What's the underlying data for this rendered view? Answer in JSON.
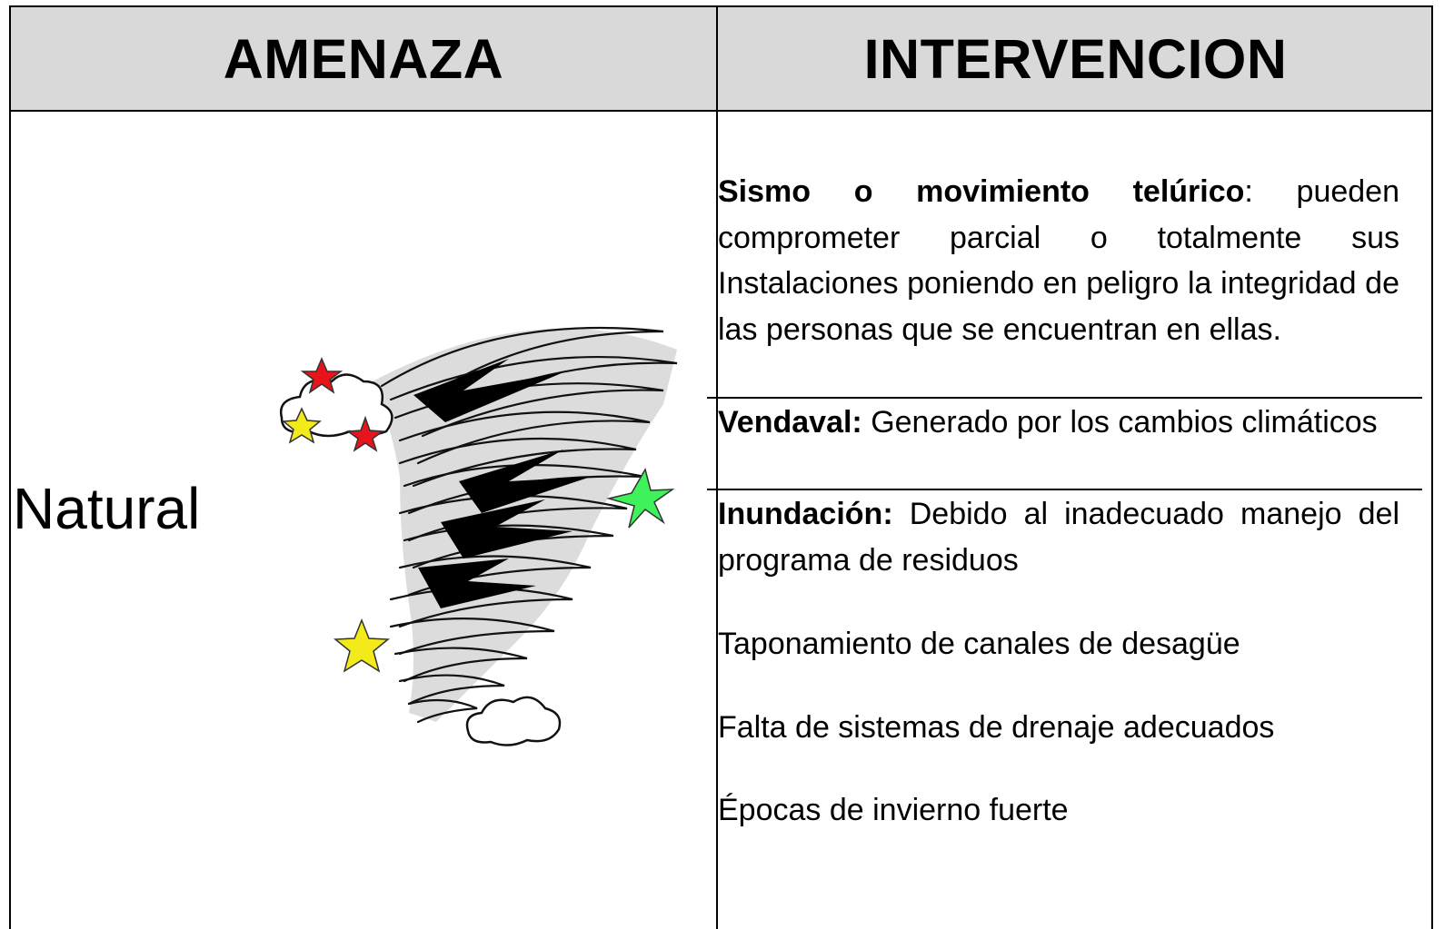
{
  "headers": {
    "left": "AMENAZA",
    "right": "INTERVENCION"
  },
  "category": "Natural",
  "illustration": {
    "icon": "tornado-icon",
    "star_colors": [
      "#e8141b",
      "#f2ea1a",
      "#3ff25a"
    ]
  },
  "items": [
    {
      "term": "Sismo o movimiento telúrico",
      "punct": ":",
      "text": " pueden comprometer parcial o totalmente sus Instalaciones poniendo en peligro la integridad de las personas que se encuentran en ellas."
    },
    {
      "term": "Vendaval:",
      "text": " Generado por los cambios climáticos"
    },
    {
      "term": "Inundación:",
      "text": " Debido al inadecuado manejo del programa de residuos"
    }
  ],
  "causes": [
    "Taponamiento de canales de desagüe",
    "Falta de sistemas de drenaje adecuados",
    "Épocas de invierno fuerte"
  ]
}
